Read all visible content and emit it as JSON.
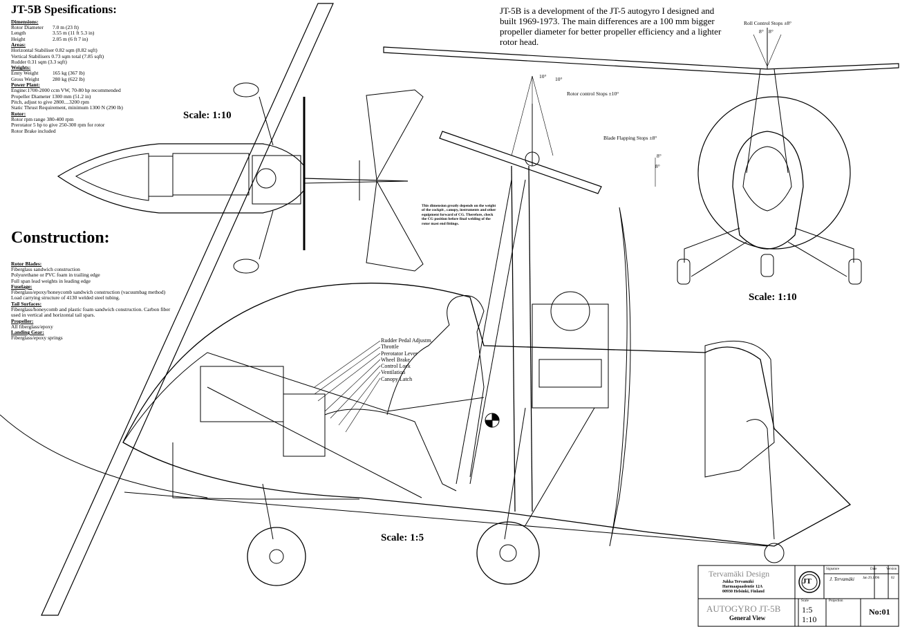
{
  "specs": {
    "title": "JT-5B Spesifications:",
    "sections": [
      {
        "heading": "Dimensions:",
        "rows": [
          {
            "key": "Rotor Diameter",
            "val": "7.0 m (23 ft)"
          },
          {
            "key": "Length",
            "val": "3.55 m  (11 ft  5.3 in)"
          },
          {
            "key": "Height",
            "val": "2.05 m  (6 ft 7 in)"
          }
        ]
      },
      {
        "heading": "Areas:",
        "rows": [
          {
            "text": "Horizontal Stabiliser  0.82 sqm (8.82 sqft)"
          },
          {
            "text": "Vertical Stabilisers   0.73 sqm total (7.85 sqft)"
          },
          {
            "text": "Rudder   0.31 sqm (3.3 sqft)"
          }
        ]
      },
      {
        "heading": "Weights:",
        "rows": [
          {
            "key": "Emty Weight",
            "val": "165 kg (367 lb)"
          },
          {
            "key": "Gross Weight",
            "val": "280 kg (622 lb)"
          }
        ]
      },
      {
        "heading": "Power Plant:",
        "rows": [
          {
            "text": "Engine:1700-2000 ccm VW, 70-80 hp recommended"
          },
          {
            "text": "Propeller Diameter 1300 mm (51.2 in)"
          },
          {
            "text": "Pitch, adjust to give 2800....3200 rpm"
          },
          {
            "text": "Static Thrust Requirement, minimum 1300 N  (290 lb)"
          }
        ]
      },
      {
        "heading": "Rotor:",
        "rows": [
          {
            "text": "Rotor rpm range  380-400 rpm"
          },
          {
            "text": "Prerotator  5 hp to give 250-300 rpm for rotor"
          },
          {
            "text": "Rotor Brake included"
          }
        ]
      }
    ]
  },
  "construction": {
    "title": "Construction:",
    "sections": [
      {
        "heading": "Rotor Blades:",
        "rows": [
          "Fiberglass sandwich  construction",
          "Polyurethane or PVC foam  in trailing edge",
          "Full span lead weights in leading edge"
        ]
      },
      {
        "heading": "Fuselage:",
        "rows": [
          "Fiberglass/epoxy/honeycomb sandwich construction  (vacuumbag method)",
          "Load carrying structure of 4130 welded steel tubing."
        ]
      },
      {
        "heading": "Tail Surfaces:",
        "rows": [
          "Fiberglass/honeycomb and plastic foam sandwich construction. Carbon fiber",
          "used in vertical and horizontal tail spars."
        ]
      },
      {
        "heading": "Propeller:",
        "rows": [
          "All fiberglass/epoxy"
        ]
      },
      {
        "heading": "Landing Gear:",
        "rows": [
          "Fiberglass/epoxy springs"
        ]
      }
    ]
  },
  "intro_text": "JT-5B is a development of the JT-5 autogyro  I designed and built 1969-1973. The  main differences are a 100 mm bigger propeller diameter for better propeller efficiency  and a lighter rotor head.",
  "scale_labels": {
    "top_view": "Scale: 1:10",
    "front_view": "Scale: 1:10",
    "side_view": "Scale: 1:5"
  },
  "annotations": {
    "roll_stops": "Roll Control Stops ±8°",
    "rotor_stops": "Rotor control Stops ±10°",
    "flap_stops": "Blade Flapping Stops ±8°",
    "angle_10a": "10°",
    "angle_10b": "10°",
    "angle_8a": "8°",
    "angle_8b": "8°",
    "angle_8c": "8°",
    "angle_8d": "8°",
    "cg_note": "This dimension greatly depends on the weight of the cockpit , canopy, instruments and other equipment forward of CG. Therefore, check the CG position before final welding of the rotor mast end fittings.",
    "controls": [
      "Rudder Pedal Adjustm.",
      "Throttle",
      "Prerotator Lever",
      "Wheel Brake",
      "Control Lock",
      "Ventilation",
      "Canopy Latch"
    ]
  },
  "title_block": {
    "company": "Tervamäki Design",
    "designer": "Jukka Tervamäki",
    "street": "Harmaapaadentie 12A",
    "city": "00930 Helsinki, Finland",
    "logo": "JT",
    "signature_label": "Signature",
    "date_label": "Date",
    "date": "Jan 29,1996",
    "version_label": "Version",
    "version": "02",
    "drawing_title": "AUTOGYRO JT-5B",
    "drawing_subtitle": "General View",
    "scale_label": "Scale",
    "scale_1": "1:5",
    "scale_2": "1:10",
    "projection_label": "Projection",
    "sheet_no": "No:01"
  }
}
